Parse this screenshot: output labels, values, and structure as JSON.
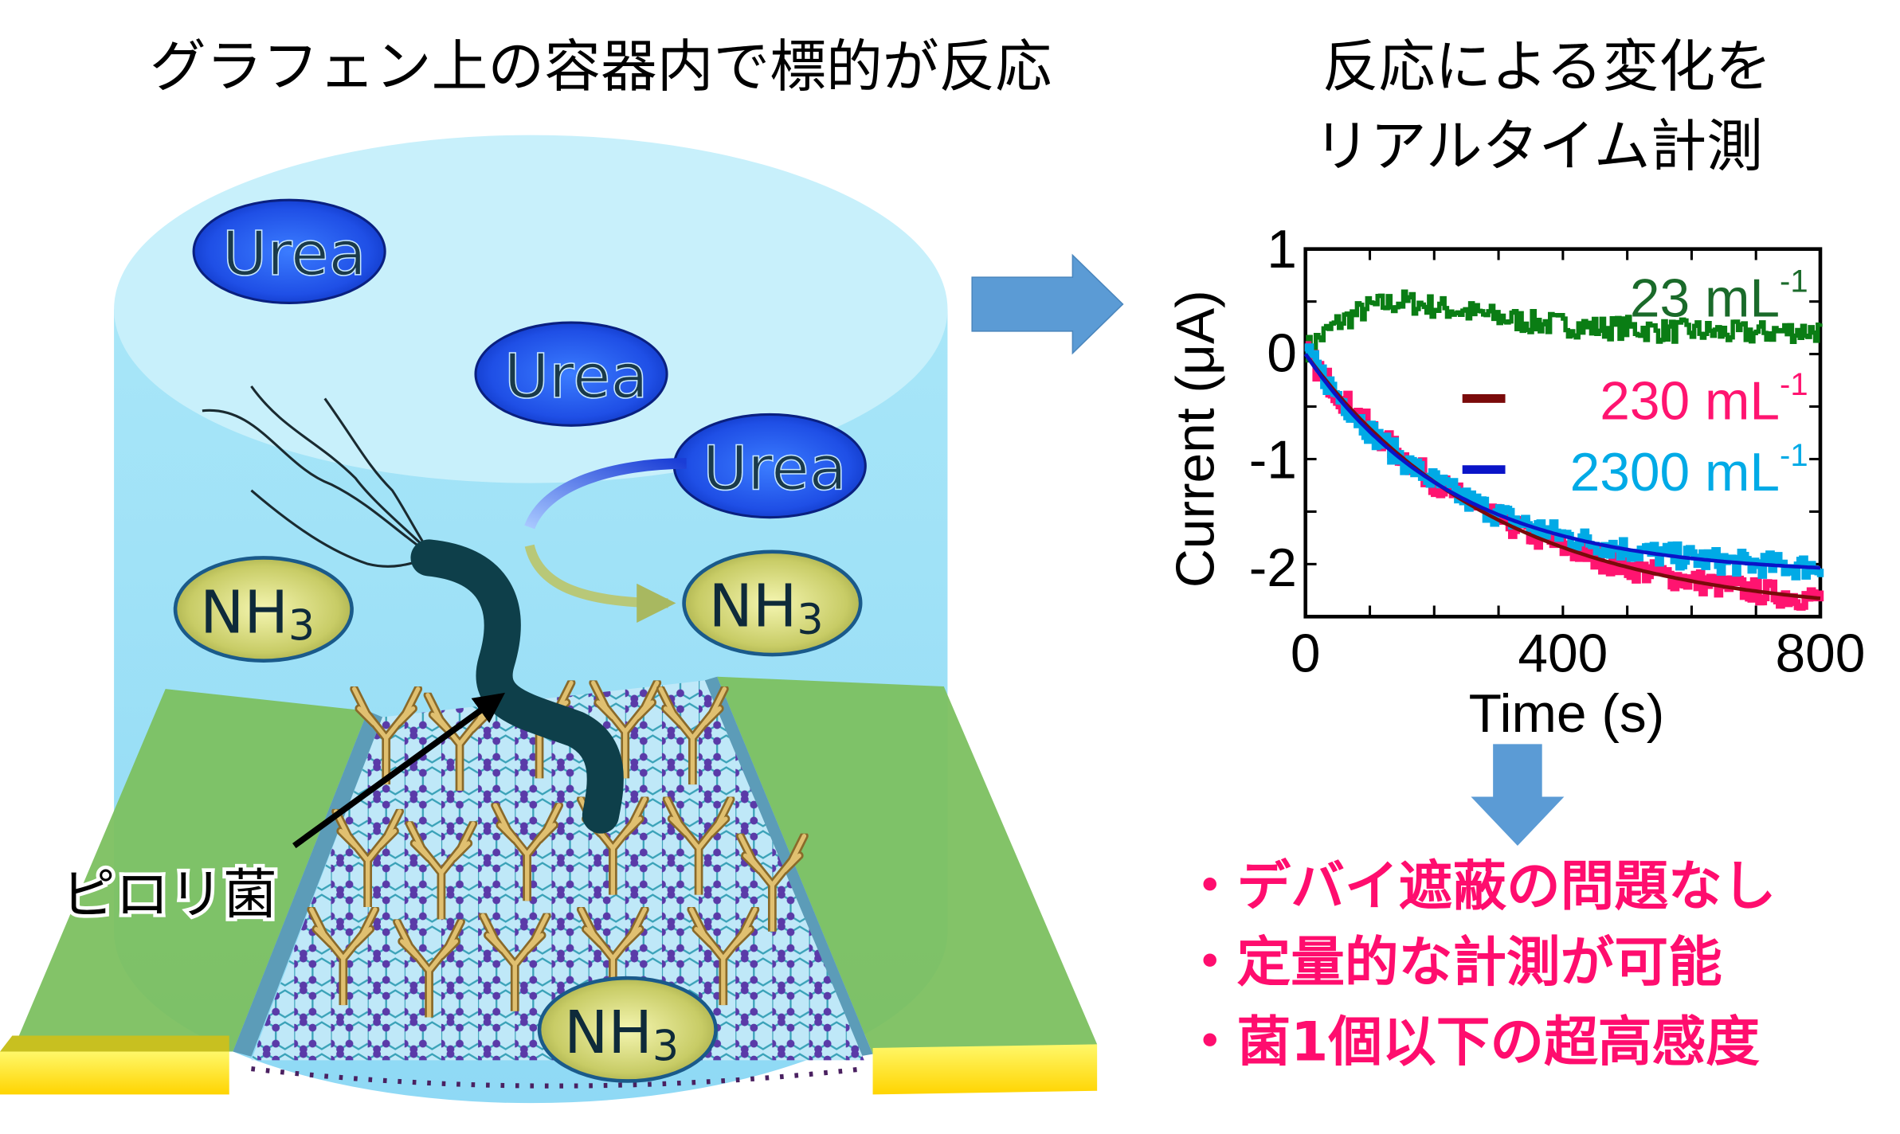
{
  "left_title": "グラフェン上の容器内で標的が反応",
  "right_title": [
    "反応による変化を",
    "リアルタイム計測"
  ],
  "illustration": {
    "urea_label": "Urea",
    "nh3_label": "NH",
    "nh3_sub": "3",
    "bacterium_label": "ピロリ菌"
  },
  "colors": {
    "bullet": "#ff0d6e",
    "green_trace": "#0a7d14",
    "pink_trace": "#ff1470",
    "cyan_trace": "#00aae6",
    "pink_fit": "#7a0a0a",
    "cyan_fit": "#0a14c8",
    "arrow_blue": "#5b9bd5"
  },
  "bullets": [
    "・デバイ遮蔽の問題なし",
    "・定量的な計測が可能",
    "・菌1個以下の超高感度"
  ],
  "chart_data": {
    "type": "line",
    "xlabel": "Time (s)",
    "ylabel": "Current (μA)",
    "xlim": [
      0,
      800
    ],
    "ylim": [
      -2.5,
      1
    ],
    "xticks": [
      "0",
      "400",
      "800"
    ],
    "yticks": [
      "1",
      "0",
      "-1",
      "-2"
    ],
    "x": [
      0,
      50,
      100,
      150,
      200,
      250,
      300,
      350,
      400,
      450,
      500,
      550,
      600,
      650,
      700,
      750,
      800
    ],
    "series": [
      {
        "name": "23 mL",
        "sup": "-1",
        "color": "#0a7d14",
        "values": [
          0.05,
          0.3,
          0.45,
          0.5,
          0.45,
          0.4,
          0.35,
          0.3,
          0.28,
          0.25,
          0.25,
          0.22,
          0.22,
          0.2,
          0.2,
          0.22,
          0.22
        ]
      },
      {
        "name": "230 mL",
        "sup": "-1",
        "color": "#ff1470",
        "values": [
          0,
          -0.39,
          -0.71,
          -0.98,
          -1.22,
          -1.41,
          -1.58,
          -1.72,
          -1.84,
          -1.94,
          -2.03,
          -2.1,
          -2.16,
          -2.21,
          -2.26,
          -2.3,
          -2.33
        ]
      },
      {
        "name": "2300 mL",
        "sup": "-1",
        "color": "#00aae6",
        "values": [
          0,
          -0.41,
          -0.74,
          -1.01,
          -1.22,
          -1.39,
          -1.53,
          -1.64,
          -1.73,
          -1.8,
          -1.86,
          -1.91,
          -1.94,
          -1.98,
          -2.0,
          -2.02,
          -2.03
        ]
      }
    ],
    "fits": [
      {
        "name": "230 mL fit",
        "color": "#7a0a0a",
        "amplitude": -2.5,
        "tau": 300
      },
      {
        "name": "2300 mL fit",
        "color": "#0a14c8",
        "amplitude": -2.1,
        "tau": 230
      }
    ]
  }
}
